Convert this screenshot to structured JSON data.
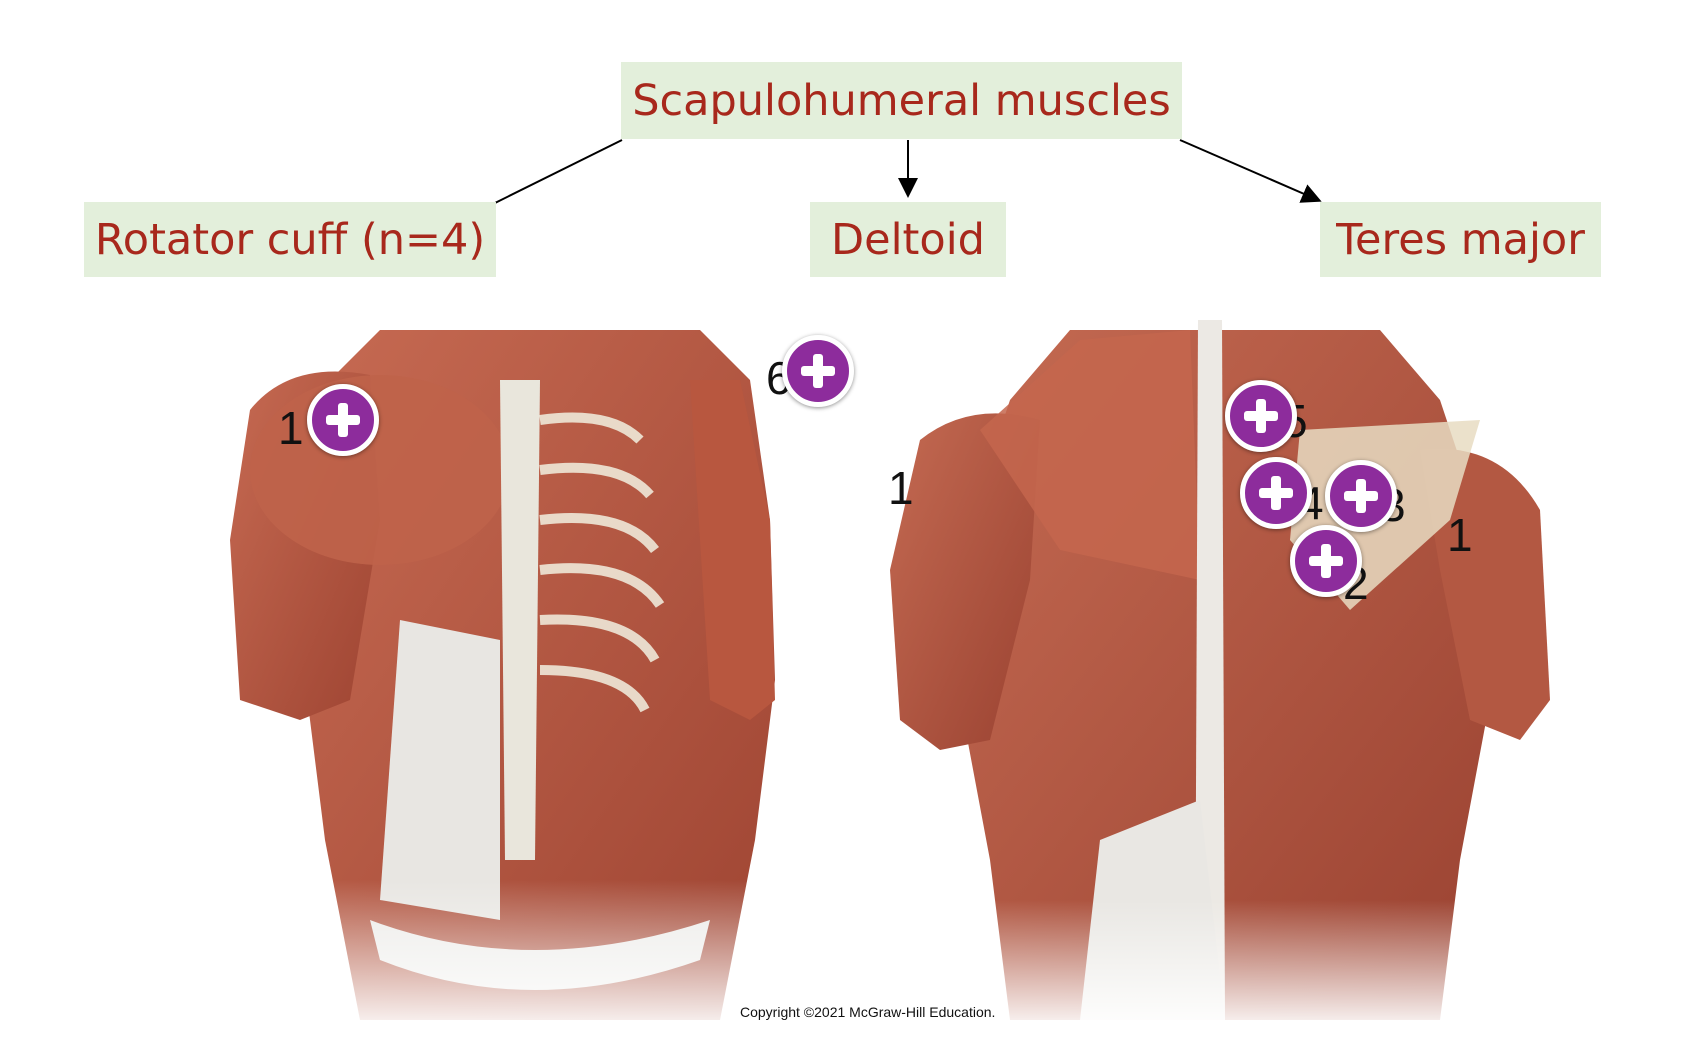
{
  "diagram": {
    "title": "Scapulohumeral muscles",
    "branches": {
      "rotator_cuff": "Rotator cuff (n=4)",
      "deltoid": "Deltoid",
      "teres_major": "Teres major"
    }
  },
  "labels": {
    "front_1": "1",
    "front_6": "6",
    "back_1_left": "1",
    "back_5": "5",
    "back_4": "4",
    "back_3": "3",
    "back_2": "2",
    "back_1_right": "1"
  },
  "hotspot_icon": "plus-icon",
  "colors": {
    "box_fill": "#e3efdb",
    "box_text": "#a8281c",
    "hotspot": "#8d2c9c",
    "muscle": "#b85a45"
  },
  "copyright": "Copyright ©2021 McGraw-Hill Education."
}
